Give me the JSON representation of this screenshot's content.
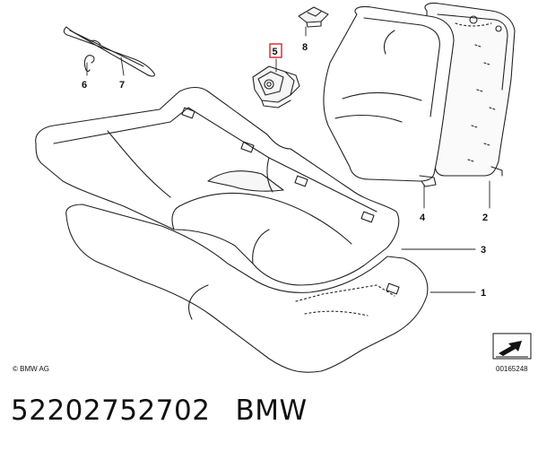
{
  "diagram": {
    "callouts": [
      {
        "id": "callout-1",
        "label": "1"
      },
      {
        "id": "callout-2",
        "label": "2"
      },
      {
        "id": "callout-3",
        "label": "3"
      },
      {
        "id": "callout-4",
        "label": "4"
      },
      {
        "id": "callout-5",
        "label": "5",
        "highlighted": true
      },
      {
        "id": "callout-6",
        "label": "6"
      },
      {
        "id": "callout-7",
        "label": "7"
      },
      {
        "id": "callout-8",
        "label": "8"
      }
    ],
    "copyright": "© BMW AG",
    "doc_number": "00165248",
    "highlight_color": "#d9232d"
  },
  "caption": {
    "part_number": "52202752702",
    "brand": "BMW"
  }
}
